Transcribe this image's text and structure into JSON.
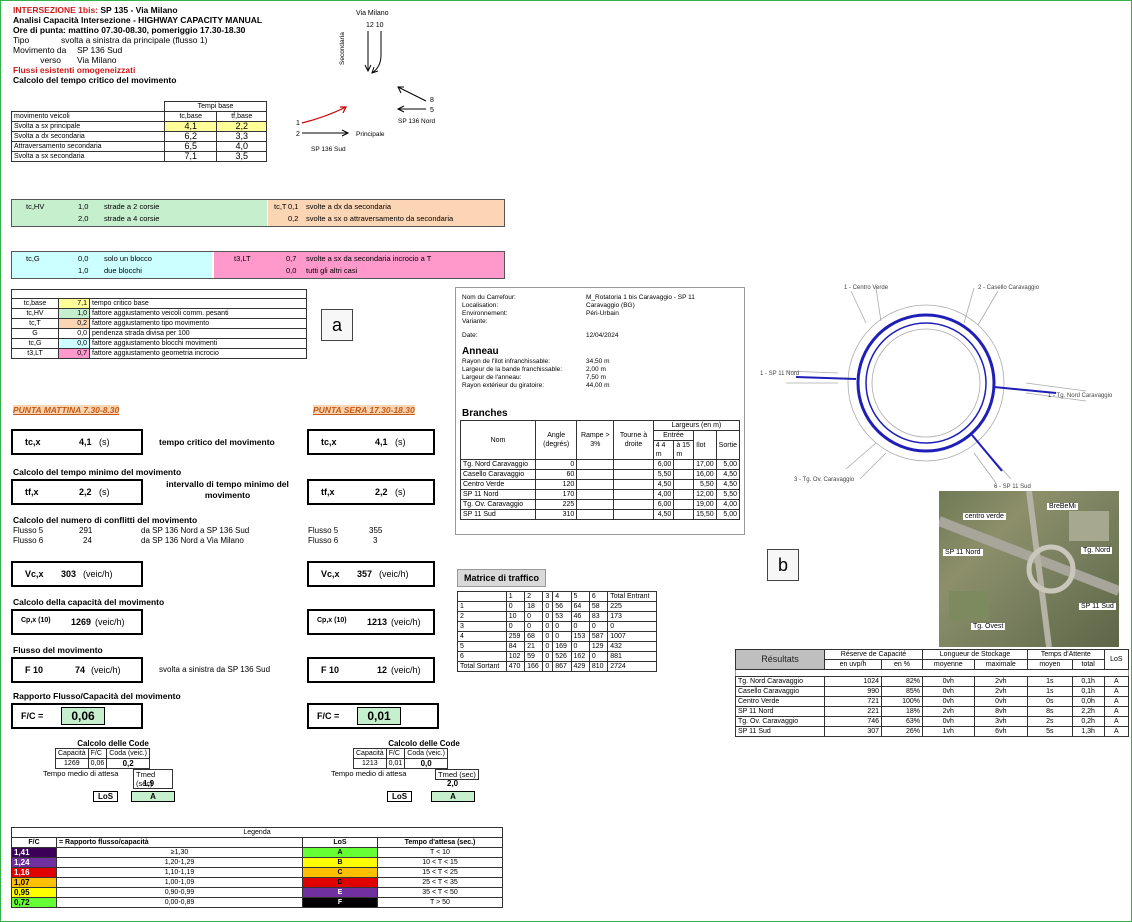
{
  "header": {
    "title_prefix": "INTERSEZIONE 1bis:",
    "title_main": "SP 135 - Via Milano",
    "line2": "Analisi Capacità Intersezione - HIGHWAY CAPACITY MANUAL",
    "line3": "Ore di punta: mattino 07.30-08.30, pomeriggio 17.30-18.30",
    "tipo_label": "Tipo",
    "tipo_value": "svolta a sinistra da principale (flusso 1)",
    "movimento_label": "Movimento da",
    "movimento_value": "SP 136 Sud",
    "verso_label": "verso",
    "verso_value": "Via Milano",
    "flussi_red": "Flussi esistenti omogeneizzati",
    "calcolo_tempo_critico": "Calcolo del tempo critico del movimento"
  },
  "sketch": {
    "via_milano": "Via Milano",
    "nums_top": "12   10",
    "secondaria": "Secondaria",
    "principale": "Principale",
    "sp136_nord": "SP 136 Nord",
    "sp136_sud": "SP 136 Sud",
    "n8": "8",
    "n5": "5",
    "n1": "1",
    "n2": "2"
  },
  "base_table": {
    "group": "Tempi base",
    "col1": "movimento veicoli",
    "col2": "tc,base",
    "col3": "tf,base",
    "rows": [
      {
        "label": "Svolta a sx principale",
        "tc": "4,1",
        "tf": "2,2"
      },
      {
        "label": "Svolta a dx secondaria",
        "tc": "6,2",
        "tf": "3,3"
      },
      {
        "label": "Attraversamento secondaria",
        "tc": "6,5",
        "tf": "4,0"
      },
      {
        "label": "Svolta a sx secondaria",
        "tc": "7,1",
        "tf": "3,5"
      }
    ]
  },
  "factors": {
    "thv_label": "tc,HV",
    "thv_rows": [
      {
        "v": "1,0",
        "t": "strade a 2 corsie"
      },
      {
        "v": "2,0",
        "t": "strade a 4 corsie"
      }
    ],
    "tct_label": "tc,T",
    "tct_rows": [
      {
        "v": "0,1",
        "t": "svolte a dx da secondaria"
      },
      {
        "v": "0,2",
        "t": "svolte a sx o attraversamento da secondaria"
      }
    ],
    "tg_label": "tc,G",
    "tg_rows": [
      {
        "v": "0,0",
        "t": "solo un blocco"
      },
      {
        "v": "1,0",
        "t": "due blocchi"
      }
    ],
    "t3_label": "t3,LT",
    "t3_rows": [
      {
        "v": "0,7",
        "t": "svolte a sx da secondaria incrocio a T"
      },
      {
        "v": "0,0",
        "t": "tutti gli altri casi"
      }
    ]
  },
  "summary_rows": [
    {
      "sym": "tc,base",
      "v": "7,1",
      "t": "tempo critico base"
    },
    {
      "sym": "tc,HV",
      "v": "1,0",
      "t": "fattore aggiustamento veicoli comm. pesanti"
    },
    {
      "sym": "tc,T",
      "v": "0,2",
      "t": "fattore aggiustamento tipo movimento"
    },
    {
      "sym": "G",
      "v": "0,0",
      "t": "pendenza strada divisa per 100"
    },
    {
      "sym": "tc,G",
      "v": "0,0",
      "t": "fattore aggiustamento blocchi movimenti"
    },
    {
      "sym": "t3,LT",
      "v": "0,7",
      "t": "fattore aggiustamento geometria incrocio"
    }
  ],
  "label_a": "a",
  "label_b": "b",
  "punta_mattina": "PUNTA MATTINA 7.30-8.30",
  "punta_sera": "PUNTA SERA 17.30-18.30",
  "tcx": {
    "sym": "tc,x",
    "am": "4,1",
    "pm": "4,1",
    "unit": "(s)",
    "desc": "tempo critico del movimento"
  },
  "calc_min": "Calcolo del tempo minimo del movimento",
  "tfx": {
    "sym": "tf,x",
    "am": "2,2",
    "pm": "2,2",
    "unit": "(s)",
    "desc": "intervallo di tempo minimo del movimento"
  },
  "calc_conf": "Calcolo del numero di conflitti del movimento",
  "flussi": [
    {
      "label": "Flusso 5",
      "am": "291",
      "desc": "da SP 136 Nord a SP 136 Sud",
      "pm_label": "Flusso 5",
      "pm": "355"
    },
    {
      "label": "Flusso 6",
      "am": "24",
      "desc": "da SP 136 Nord a Via Milano",
      "pm_label": "Flusso 6",
      "pm": "3"
    }
  ],
  "vcx": {
    "sym": "Vc,x",
    "am": "303",
    "pm": "357",
    "unit": "(veic/h)"
  },
  "calc_cap": "Calcolo della capacità del movimento",
  "cpx": {
    "sym_am": "Cp,x (10)",
    "sym_pm": "Cp,x (10)",
    "am": "1269",
    "pm": "1213",
    "unit": "(veic/h)"
  },
  "flusso_mov": "Flusso del  movimento",
  "f10": {
    "sym": "F 10",
    "am": "74",
    "pm": "12",
    "unit": "(veic/h)",
    "desc": "svolta a sinistra da SP 136 Sud"
  },
  "rapporto": "Rapporto Flusso/Capacità del movimento",
  "fc": {
    "sym": "F/C  =",
    "am": "0,06",
    "pm": "0,01"
  },
  "code": {
    "title": "Calcolo delle Code",
    "h1": "Capacità",
    "h2": "F/C",
    "h3": "Coda (veic.)",
    "am": {
      "cap": "1269",
      "fc": "0,06",
      "coda": "0,2",
      "tmed": "1,9",
      "los": "A"
    },
    "pm": {
      "cap": "1213",
      "fc": "0,01",
      "coda": "0,0",
      "tmed": "2,0",
      "los": "A"
    },
    "tmed_label": "Tempo medio di attesa",
    "tmed_h": "Tmed (sec)",
    "los_label": "LoS"
  },
  "legenda": {
    "title": "Legenda",
    "h1": "F/C",
    "h2": "= Rapporto flusso/capacità",
    "h3": "LoS",
    "h4": "Tempo d'attesa (sec.)",
    "rows": [
      {
        "fc": "1,41",
        "range": "≥1,30",
        "los": "A",
        "t": "T < 10",
        "c": "#3b0057",
        "lc": "#66ff33"
      },
      {
        "fc": "1,24",
        "range": "1,20-1,29",
        "los": "B",
        "t": "10 < T < 15",
        "c": "#7030a0",
        "lc": "#ffff00"
      },
      {
        "fc": "1,16",
        "range": "1,10-1,19",
        "los": "C",
        "t": "15 < T < 25",
        "c": "#e00000",
        "lc": "#ffc000"
      },
      {
        "fc": "1,07",
        "range": "1,00-1,09",
        "los": "D",
        "t": "25 < T < 35",
        "c": "#ffc000",
        "lc": "#e00000"
      },
      {
        "fc": "0,95",
        "range": "0,90-0,99",
        "los": "E",
        "t": "35 < T < 50",
        "c": "#ffff00",
        "lc": "#7030a0"
      },
      {
        "fc": "0,72",
        "range": "0,00-0,89",
        "los": "F",
        "t": "T > 50",
        "c": "#66ff33",
        "lc": "#000000"
      }
    ]
  },
  "fr_info": {
    "rows": [
      {
        "k": "Nom du Carrefour:",
        "v": "M_Rotatoria 1 bis Caravaggio - SP 11"
      },
      {
        "k": "Localisation:",
        "v": "Caravaggio (BG)"
      },
      {
        "k": "Environnement:",
        "v": "Péri-Urbain"
      },
      {
        "k": "Variante:",
        "v": ""
      },
      {
        "k": "Date:",
        "v": "12/04/2024"
      }
    ],
    "anneau": "Anneau",
    "anneau_rows": [
      {
        "k": "Rayon de l'îlot infranchissable:",
        "v": "34,50 m"
      },
      {
        "k": "Largeur de la bande franchissable:",
        "v": "2,00 m"
      },
      {
        "k": "Largeur de l'anneau:",
        "v": "7,50 m"
      },
      {
        "k": "Rayon extérieur du giratoire:",
        "v": "44,00 m"
      }
    ],
    "branches": "Branches",
    "bh": {
      "nom": "Nom",
      "angle": "Angle (degrés)",
      "rampe": "Rampe > 3%",
      "tourne": "Tourne à droite",
      "larg": "Largeurs (en m)",
      "entree": "Entrée",
      "e1": "4 4 m",
      "e2": "à 15 m",
      "ilot": "Ilot",
      "sortie": "Sortie"
    },
    "brows": [
      {
        "n": "Tg. Nord Caravaggio",
        "a": "0",
        "e": "6,00",
        "i": "17,00",
        "s": "5,00"
      },
      {
        "n": "Casello Caravaggio",
        "a": "60",
        "e": "5,50",
        "i": "16,00",
        "s": "4,50"
      },
      {
        "n": "Centro Verde",
        "a": "120",
        "e": "4,50",
        "i": "5,50",
        "s": "4,50"
      },
      {
        "n": "SP 11 Nord",
        "a": "170",
        "e": "4,00",
        "i": "12,00",
        "s": "5,50"
      },
      {
        "n": "Tg. Ov. Caravaggio",
        "a": "225",
        "e": "6,00",
        "i": "19,00",
        "s": "4,00"
      },
      {
        "n": "SP 11 Sud",
        "a": "310",
        "e": "4,50",
        "i": "15,50",
        "s": "5,00"
      }
    ]
  },
  "matrix": {
    "title": "Matrice di traffico",
    "cols": [
      "1",
      "2",
      "3",
      "4",
      "5",
      "6",
      "Total Entrant"
    ],
    "rows": [
      {
        "k": "1",
        "v": [
          "0",
          "18",
          "0",
          "56",
          "64",
          "58",
          "225"
        ]
      },
      {
        "k": "2",
        "v": [
          "10",
          "0",
          "0",
          "53",
          "46",
          "83",
          "173"
        ]
      },
      {
        "k": "3",
        "v": [
          "0",
          "0",
          "0",
          "0",
          "0",
          "0",
          "0"
        ]
      },
      {
        "k": "4",
        "v": [
          "259",
          "68",
          "0",
          "0",
          "153",
          "587",
          "1007"
        ]
      },
      {
        "k": "5",
        "v": [
          "84",
          "21",
          "0",
          "169",
          "0",
          "129",
          "432"
        ]
      },
      {
        "k": "6",
        "v": [
          "102",
          "59",
          "0",
          "526",
          "162",
          "0",
          "881"
        ]
      }
    ],
    "total_label": "Total Sortant",
    "total": [
      "470",
      "166",
      "0",
      "867",
      "429",
      "810",
      "2724"
    ]
  },
  "roundabout": {
    "l1": "1 - Centro Verde",
    "l2": "2 - Casello Caravaggio",
    "l3": "1 - SP 11 Nord",
    "l4": "1 - Tg. Nord Caravaggio",
    "l5": "3 - Tg. Ov. Caravaggio",
    "l6": "6 - SP 11 Sud"
  },
  "aerial": {
    "l1": "centro verde",
    "l2": "BreBeMi",
    "l3": "SP 11 Nord",
    "l4": "Tg. Nord",
    "l5": "SP 11 Sud",
    "l6": "Tg. Ovest"
  },
  "results": {
    "title": "Résultats",
    "h1": "Réserve de Capacité",
    "h1a": "en uvp/h",
    "h1b": "en %",
    "h2": "Longueur de Stockage",
    "h2a": "moyenne",
    "h2b": "maximale",
    "h3": "Temps d'Attente",
    "h3a": "moyen",
    "h3b": "total",
    "h4": "LoS",
    "rows": [
      {
        "n": "Tg. Nord Caravaggio",
        "a": "1024",
        "b": "82%",
        "c": "0vh",
        "d": "2vh",
        "e": "1s",
        "f": "0,1h",
        "g": "A"
      },
      {
        "n": "Casello Caravaggio",
        "a": "990",
        "b": "85%",
        "c": "0vh",
        "d": "2vh",
        "e": "1s",
        "f": "0,1h",
        "g": "A"
      },
      {
        "n": "Centro Verde",
        "a": "721",
        "b": "100%",
        "c": "0vh",
        "d": "0vh",
        "e": "0s",
        "f": "0,0h",
        "g": "A"
      },
      {
        "n": "SP 11 Nord",
        "a": "221",
        "b": "18%",
        "c": "2vh",
        "d": "8vh",
        "e": "8s",
        "f": "2,2h",
        "g": "A"
      },
      {
        "n": "Tg. Ov. Caravaggio",
        "a": "746",
        "b": "63%",
        "c": "0vh",
        "d": "3vh",
        "e": "2s",
        "f": "0,2h",
        "g": "A"
      },
      {
        "n": "SP 11 Sud",
        "a": "307",
        "b": "26%",
        "c": "1vh",
        "d": "6vh",
        "e": "5s",
        "f": "1,3h",
        "g": "A"
      }
    ]
  }
}
